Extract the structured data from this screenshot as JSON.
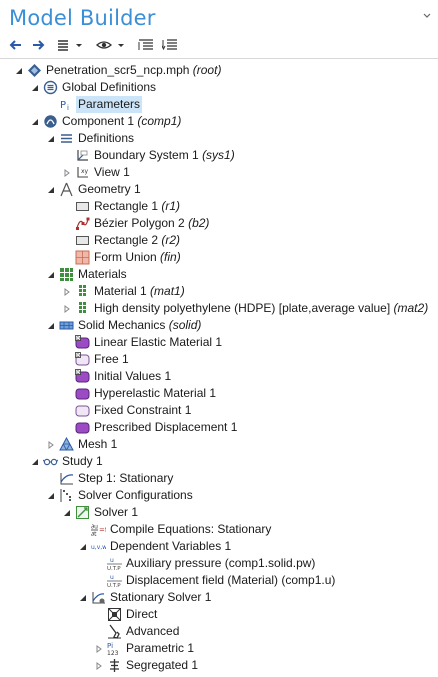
{
  "header": {
    "title": "Model Builder"
  },
  "toolbar": {
    "buttons": [
      {
        "name": "back-button",
        "icon": "arrow-left-icon"
      },
      {
        "name": "forward-button",
        "icon": "arrow-right-icon"
      },
      {
        "name": "list-menu-button",
        "icon": "list-icon"
      },
      {
        "name": "view-menu-button",
        "icon": "eye-icon"
      },
      {
        "name": "expand-all-button",
        "icon": "expand-tree-icon"
      },
      {
        "name": "collapse-all-button",
        "icon": "collapse-tree-icon"
      }
    ]
  },
  "tree": [
    {
      "lvl": 0,
      "tw": "open",
      "icon": "model-root-icon",
      "label": "Penetration_scr5_ncp.mph",
      "tag": "(root)"
    },
    {
      "lvl": 1,
      "tw": "open",
      "icon": "global-definitions-icon",
      "label": "Global Definitions",
      "tag": ""
    },
    {
      "lvl": 2,
      "tw": "none",
      "icon": "parameters-icon",
      "label": "Parameters",
      "tag": "",
      "selected": true
    },
    {
      "lvl": 1,
      "tw": "open",
      "icon": "component-icon",
      "label": "Component 1",
      "tag": "(comp1)"
    },
    {
      "lvl": 2,
      "tw": "open",
      "icon": "definitions-icon",
      "label": "Definitions",
      "tag": ""
    },
    {
      "lvl": 3,
      "tw": "none",
      "icon": "coordinate-system-icon",
      "label": "Boundary System 1",
      "tag": "(sys1)"
    },
    {
      "lvl": 3,
      "tw": "closed",
      "icon": "view-icon",
      "label": "View 1",
      "tag": ""
    },
    {
      "lvl": 2,
      "tw": "open",
      "icon": "geometry-icon",
      "label": "Geometry 1",
      "tag": ""
    },
    {
      "lvl": 3,
      "tw": "none",
      "icon": "rectangle-icon",
      "label": "Rectangle 1",
      "tag": "(r1)"
    },
    {
      "lvl": 3,
      "tw": "none",
      "icon": "bezier-polygon-icon",
      "label": "Bézier Polygon 2",
      "tag": "(b2)"
    },
    {
      "lvl": 3,
      "tw": "none",
      "icon": "rectangle-icon",
      "label": "Rectangle 2",
      "tag": "(r2)"
    },
    {
      "lvl": 3,
      "tw": "none",
      "icon": "form-union-icon",
      "label": "Form Union",
      "tag": "(fin)"
    },
    {
      "lvl": 2,
      "tw": "open",
      "icon": "materials-icon",
      "label": "Materials",
      "tag": ""
    },
    {
      "lvl": 3,
      "tw": "closed",
      "icon": "material-icon",
      "label": "Material 1",
      "tag": "(mat1)"
    },
    {
      "lvl": 3,
      "tw": "closed",
      "icon": "material-icon",
      "label": "High density polyethylene (HDPE) [plate,average value]",
      "tag": "(mat2)"
    },
    {
      "lvl": 2,
      "tw": "open",
      "icon": "solid-mechanics-icon",
      "label": "Solid Mechanics",
      "tag": "(solid)"
    },
    {
      "lvl": 3,
      "tw": "none",
      "icon": "domain-node-default-icon",
      "label": "Linear Elastic Material 1",
      "tag": ""
    },
    {
      "lvl": 3,
      "tw": "none",
      "icon": "domain-node-free-icon",
      "label": "Free 1",
      "tag": ""
    },
    {
      "lvl": 3,
      "tw": "none",
      "icon": "domain-node-default-icon",
      "label": "Initial Values 1",
      "tag": ""
    },
    {
      "lvl": 3,
      "tw": "none",
      "icon": "domain-node-purple-icon",
      "label": "Hyperelastic Material 1",
      "tag": ""
    },
    {
      "lvl": 3,
      "tw": "none",
      "icon": "boundary-node-light-icon",
      "label": "Fixed Constraint 1",
      "tag": ""
    },
    {
      "lvl": 3,
      "tw": "none",
      "icon": "domain-node-purple-icon",
      "label": "Prescribed Displacement 1",
      "tag": ""
    },
    {
      "lvl": 2,
      "tw": "closed",
      "icon": "mesh-icon",
      "label": "Mesh 1",
      "tag": ""
    },
    {
      "lvl": 1,
      "tw": "open",
      "icon": "study-icon",
      "label": "Study 1",
      "tag": ""
    },
    {
      "lvl": 2,
      "tw": "none",
      "icon": "study-step-icon",
      "label": "Step 1: Stationary",
      "tag": ""
    },
    {
      "lvl": 2,
      "tw": "open",
      "icon": "solver-configurations-icon",
      "label": "Solver Configurations",
      "tag": ""
    },
    {
      "lvl": 3,
      "tw": "open",
      "icon": "solver-icon",
      "label": "Solver 1",
      "tag": ""
    },
    {
      "lvl": 4,
      "tw": "none",
      "icon": "compile-equations-icon",
      "label": "Compile Equations: Stationary",
      "tag": ""
    },
    {
      "lvl": 4,
      "tw": "open",
      "icon": "dependent-variables-icon",
      "label": "Dependent Variables 1",
      "tag": ""
    },
    {
      "lvl": 5,
      "tw": "none",
      "icon": "field-icon",
      "label": "Auxiliary pressure (comp1.solid.pw)",
      "tag": ""
    },
    {
      "lvl": 5,
      "tw": "none",
      "icon": "field-icon",
      "label": "Displacement field (Material) (comp1.u)",
      "tag": ""
    },
    {
      "lvl": 4,
      "tw": "open",
      "icon": "stationary-solver-icon",
      "label": "Stationary Solver 1",
      "tag": ""
    },
    {
      "lvl": 5,
      "tw": "none",
      "icon": "direct-solver-icon",
      "label": "Direct",
      "tag": ""
    },
    {
      "lvl": 5,
      "tw": "none",
      "icon": "advanced-icon",
      "label": "Advanced",
      "tag": ""
    },
    {
      "lvl": 5,
      "tw": "closed",
      "icon": "parametric-icon",
      "label": "Parametric 1",
      "tag": ""
    },
    {
      "lvl": 5,
      "tw": "closed",
      "icon": "segregated-icon",
      "label": "Segregated 1",
      "tag": ""
    }
  ]
}
